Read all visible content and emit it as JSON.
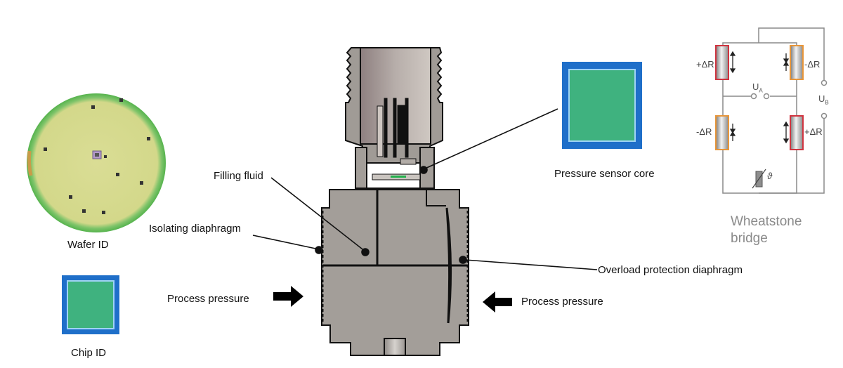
{
  "labels": {
    "wafer": "Wafer ID",
    "chip": "Chip ID",
    "filling_fluid": "Filling fluid",
    "isolating_diaphragm": "Isolating diaphragm",
    "process_pressure_left": "Process pressure",
    "process_pressure_right": "Process pressure",
    "overload_diaphragm": "Overload protection diaphragm",
    "sensor_core": "Pressure sensor core",
    "wheatstone_line1": "Wheatstone",
    "wheatstone_line2": "bridge"
  },
  "bridge": {
    "r_top_left": "+ΔR",
    "r_top_right": "-ΔR",
    "r_bottom_left": "-ΔR",
    "r_bottom_right": "+ΔR",
    "ua": "U",
    "ua_sub": "A",
    "ub": "U",
    "ub_sub": "B",
    "theta": "ϑ"
  },
  "colors": {
    "housing": "#a39e99",
    "outline": "#111111",
    "chip_blue": "#1f6fc9",
    "chip_green": "#3fb27f",
    "wafer_yellow": "#d9dd8f",
    "resistor_red": "#d0343f",
    "resistor_orange": "#e8963a",
    "wire": "#8a8a8a"
  }
}
